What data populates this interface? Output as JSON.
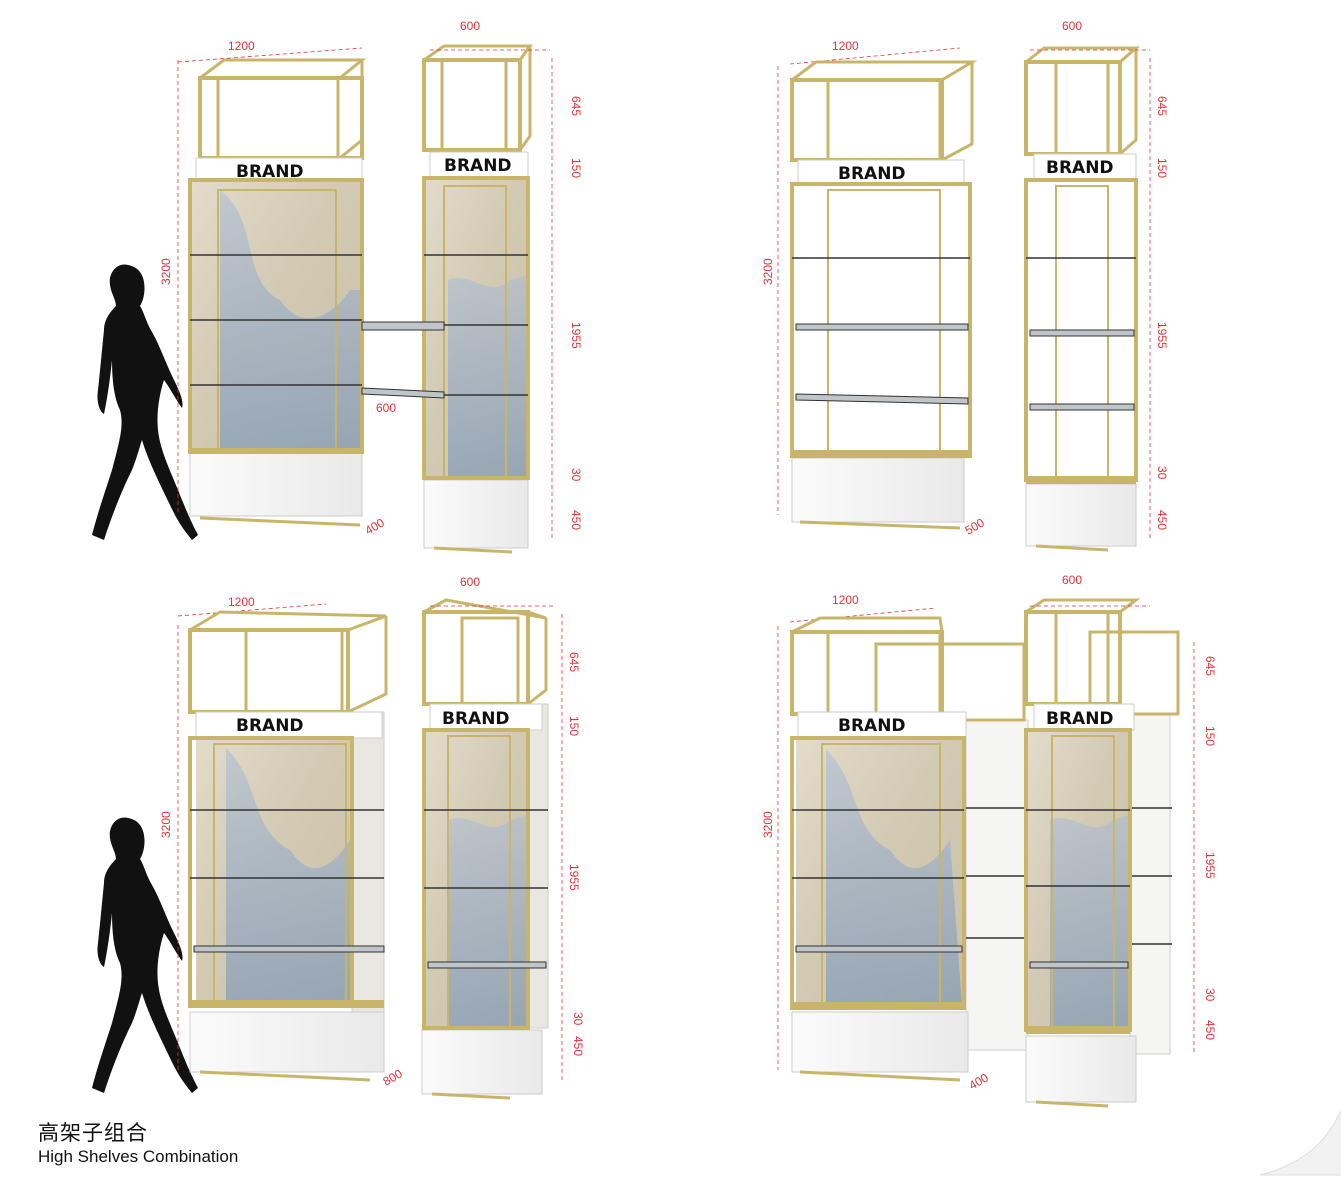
{
  "brand_label": "BRAND",
  "dimensions": {
    "width_wide": "1200",
    "width_narrow": "600",
    "height_total": "3200",
    "height_top_frame": "645",
    "height_brand_band": "150",
    "height_shelving": "1955",
    "height_plinth_gap": "30",
    "height_base": "450",
    "depth_a": "400",
    "depth_b": "500",
    "depth_c": "800",
    "connector_shelf": "600"
  },
  "caption": {
    "title_cn": "高架子组合",
    "title_en": "High Shelves Combination"
  },
  "colors": {
    "frame_gold": "#c9b56a",
    "dimension_red": "#e0343a",
    "panel_beige": "#d9d2c0",
    "panel_blue": "#8ea7c9",
    "silhouette": "#111111"
  }
}
